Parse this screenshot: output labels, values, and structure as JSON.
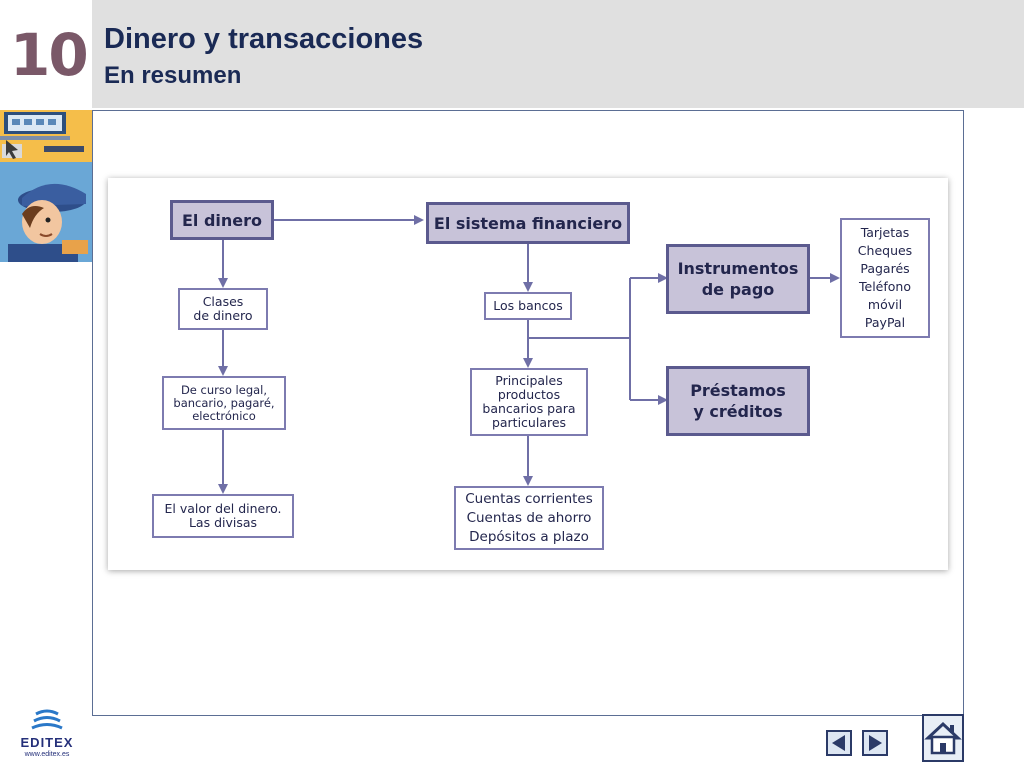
{
  "header": {
    "unit_number": "10",
    "title": "Dinero y transacciones",
    "subtitle": "En resumen"
  },
  "diagram": {
    "nodes": {
      "el_dinero": "El dinero",
      "sistema_financiero": "El sistema financiero",
      "clases_dinero": "Clases\nde dinero",
      "los_bancos": "Los bancos",
      "instrumentos_pago": "Instrumentos\nde pago",
      "medios_pago": "Tarjetas\nCheques\nPagarés\nTeléfono\nmóvil\nPayPal",
      "curso_legal": "De curso legal,\nbancario, pagaré,\nelectrónico",
      "productos_bancarios": "Principales\nproductos\nbancarios para\nparticulares",
      "prestamos_creditos": "Préstamos\ny créditos",
      "valor_dinero": "El valor del dinero.\nLas divisas",
      "cuentas": "Cuentas corrientes\nCuentas de ahorro\nDepósitos a plazo"
    }
  },
  "branding": {
    "logo_text": "EDITEX",
    "logo_url": "www.editex.es"
  },
  "icons": {
    "prev": "previous-arrow-icon",
    "next": "next-arrow-icon",
    "home": "home-icon",
    "logo": "editex-logo-icon"
  },
  "colors": {
    "title": "#1a2a55",
    "unit_number": "#7a5868",
    "primary_fill": "#c8c3d9",
    "primary_border": "#5b5a8e",
    "connector": "#6f6fa6"
  }
}
